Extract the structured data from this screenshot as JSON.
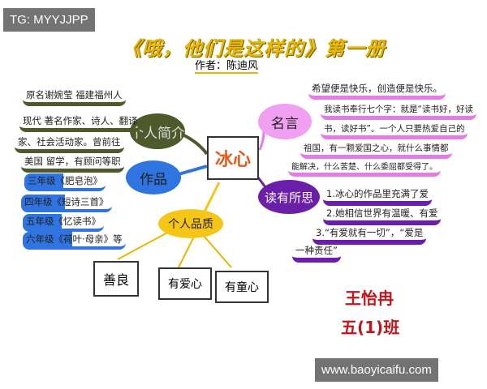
{
  "watermark_top": "TG: MYYJJPP",
  "watermark_bottom": "www.baoyicaifu.com",
  "title": "《哦，他们是这样的》第一册",
  "author": "作者：陈迪风",
  "center": "冰心",
  "profile": {
    "label": "个人简介",
    "lines": [
      "原名谢婉莹 福建福州人",
      "现代 著名作家、诗人、翻译",
      "家、社会活动家。曾前往",
      "美国 留学，有顾问等职"
    ],
    "color": "#4e5a2c"
  },
  "works": {
    "label": "作品",
    "items": [
      {
        "grade": "三年级",
        "title": "《肥皂泡》"
      },
      {
        "grade": "四年级",
        "title": "《短诗三首》"
      },
      {
        "grade": "五年级",
        "title": "《忆读书》"
      },
      {
        "grade": "六年级",
        "title": "《荷叶·母亲》等"
      }
    ],
    "color": "#2f74e0"
  },
  "qualities": {
    "label": "个人品质",
    "items": [
      "善良",
      "有爱心",
      "有童心"
    ],
    "color": "#f5c518"
  },
  "quotes": {
    "label": "名言",
    "lines": [
      "希望便是快乐，创造便是快乐。",
      "我读书奉行七个字：就是“读书好，好读",
      "书，读好书”。一个人只要热爱自己的",
      "祖国，有一颗爱国之心，就什么事情都",
      "能解决，什么苦楚、什么委屈都受得了。"
    ],
    "color": "#e67ae6"
  },
  "reflections": {
    "label": "读有所思",
    "lines": [
      "1.冰心的作品里充满了爱",
      "2.她相信世界有温暖、有爱",
      "3.“有爱就有一切”，“爱是",
      "一种责任”"
    ],
    "color": "#6b1fa8"
  },
  "signature": {
    "name": "王怡冉",
    "class": "五(1)班"
  }
}
